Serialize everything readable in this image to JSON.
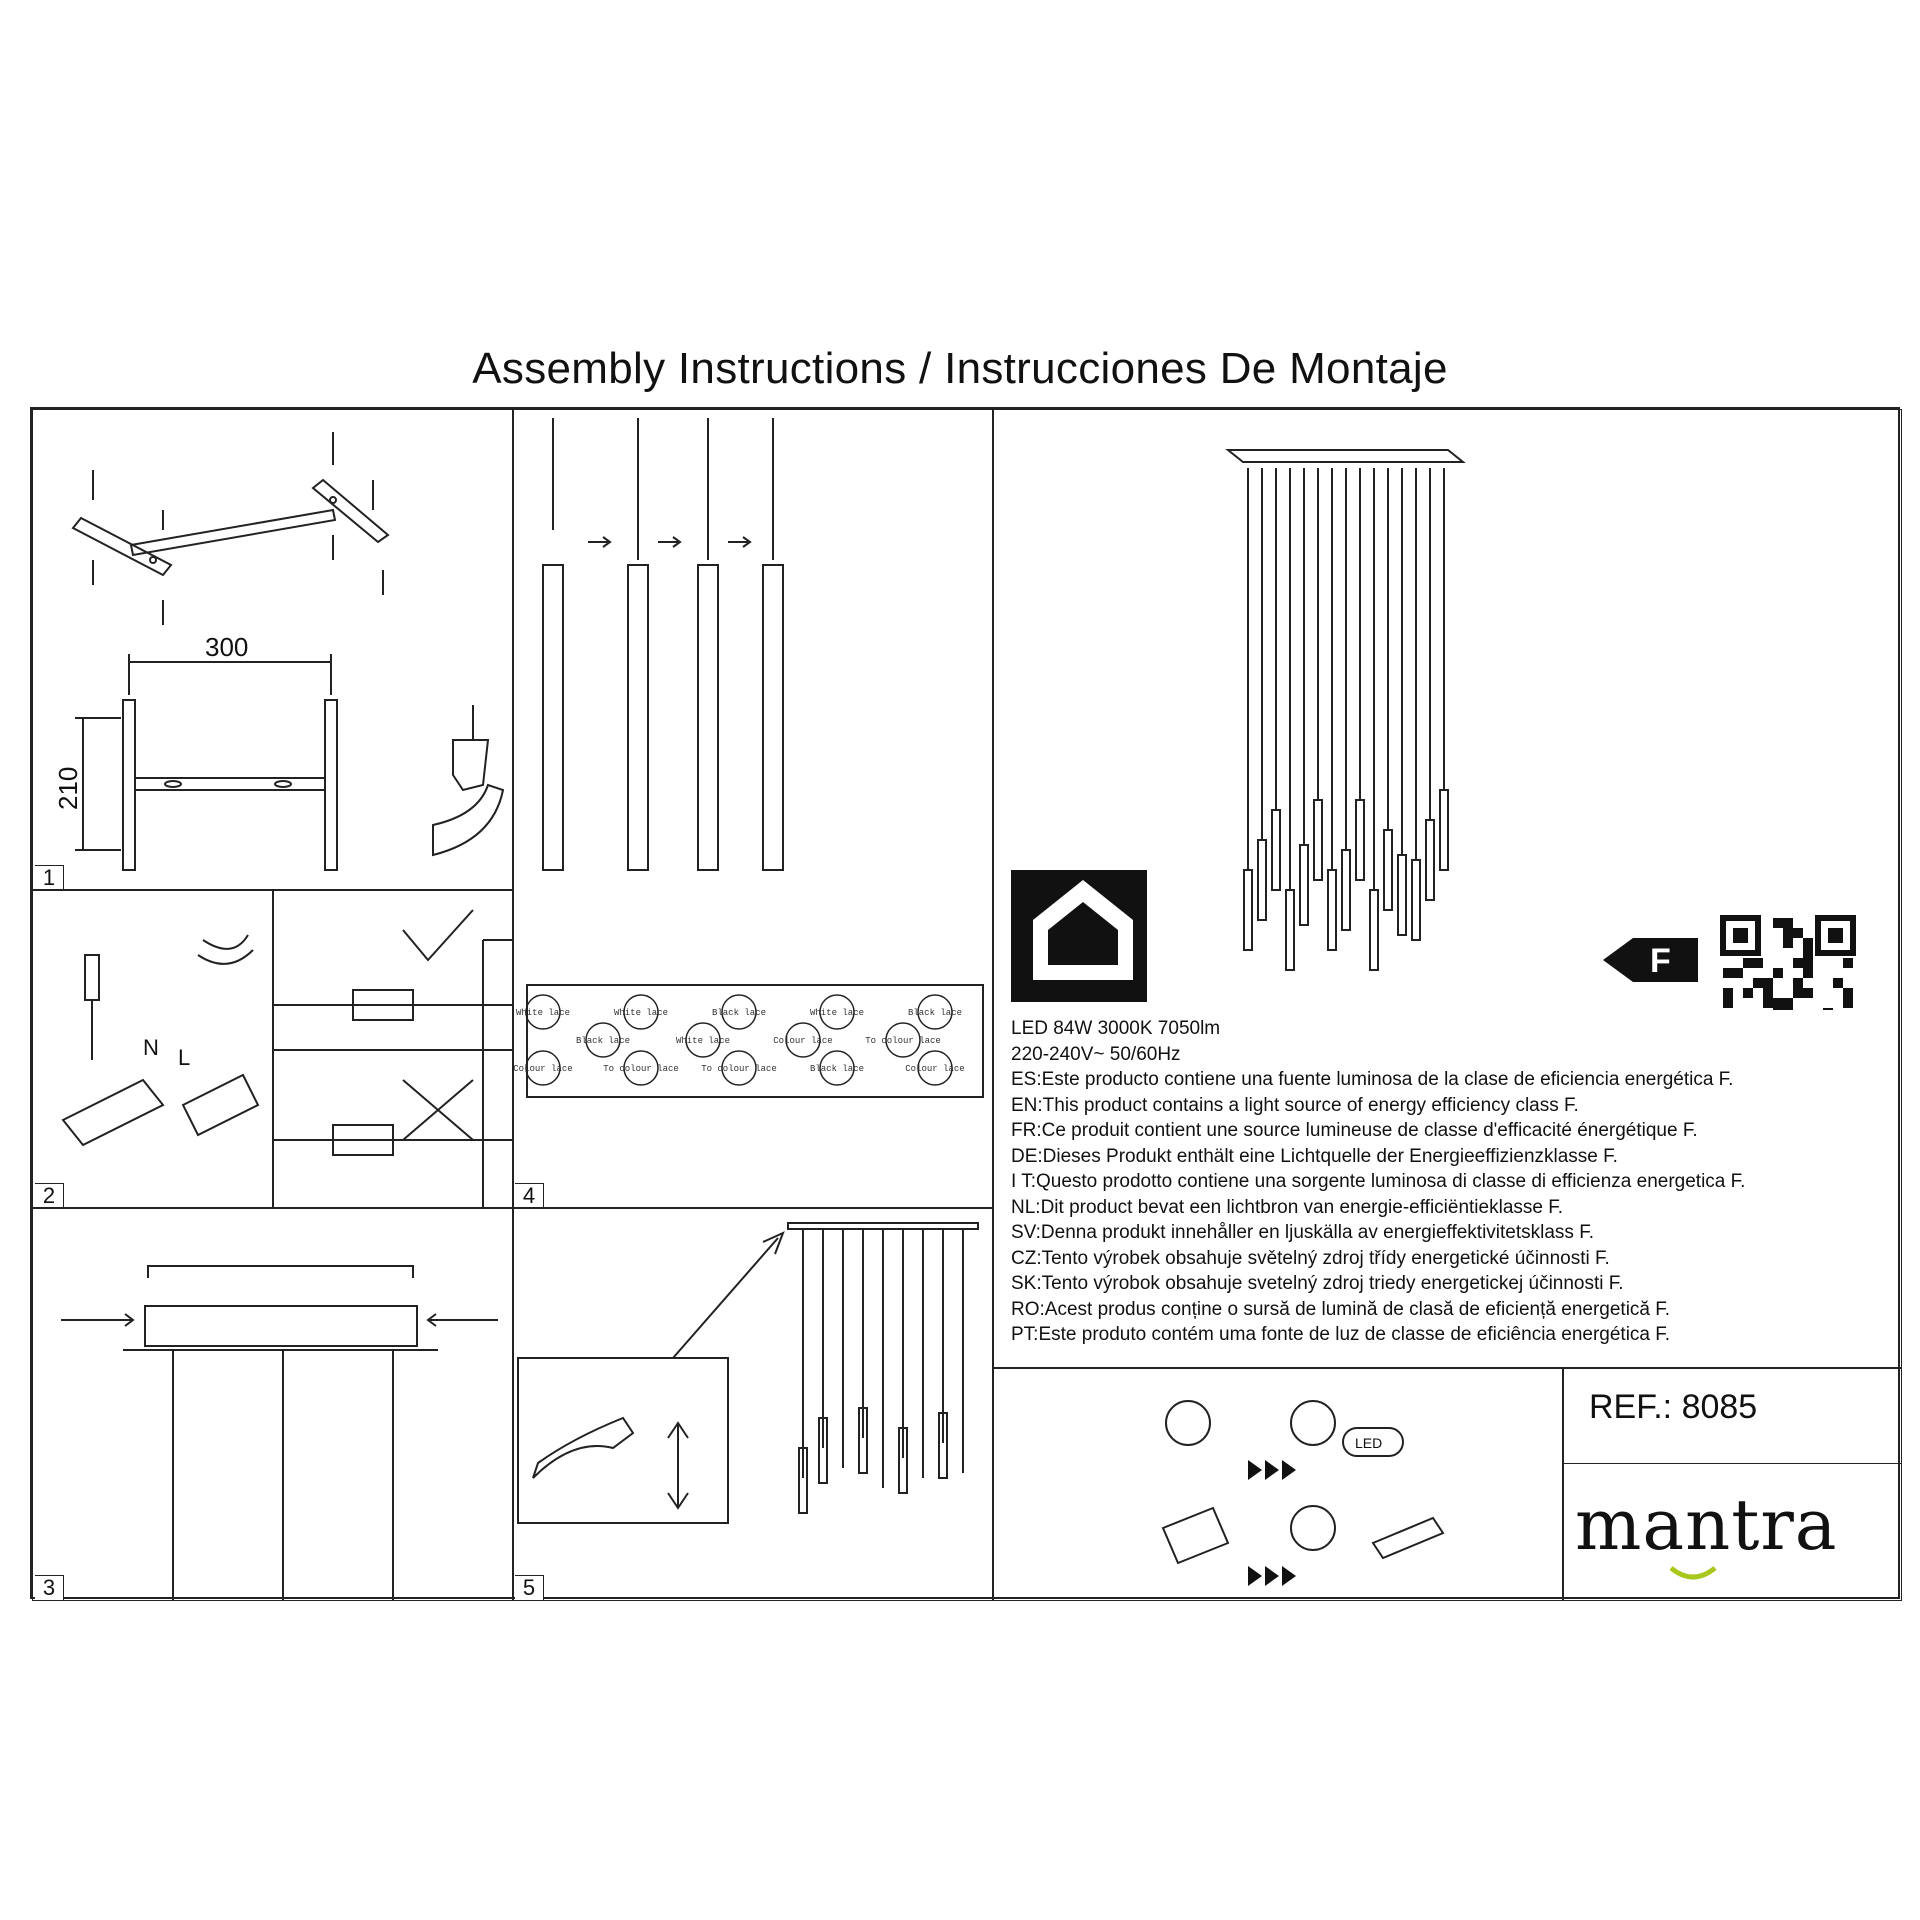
{
  "title": "Assembly Instructions / Instrucciones De Montaje",
  "panels": {
    "p1": {
      "number": "1",
      "dim_width": "300",
      "dim_height": "210"
    },
    "p2": {
      "number": "2",
      "wire_n": "N",
      "wire_l": "L"
    },
    "p3": {
      "number": "3"
    },
    "p4": {
      "number": "4",
      "color_grid": [
        [
          "White lace",
          "White lace",
          "Black lace",
          "White lace",
          "Black lace"
        ],
        [
          "Black lace",
          "White lace",
          "Colour lace",
          "To colour lace"
        ],
        [
          "Colour lace",
          "To colour lace",
          "To colour lace",
          "Black lace",
          "Colour lace"
        ]
      ]
    },
    "p5": {
      "number": "5"
    }
  },
  "specs": {
    "power_line": "LED 84W  3000K  7050lm",
    "voltage_line": "220-240V~  50/60Hz",
    "energy_statements": [
      "ES:Este producto contiene una fuente luminosa de la clase de eficiencia energética F.",
      "EN:This product contains a light source of energy efficiency class F.",
      "FR:Ce produit contient une source lumineuse de classe d'efficacité énergétique F.",
      "DE:Dieses Produkt enthält eine Lichtquelle der Energieeffizienzklasse F.",
      "I T:Questo prodotto contiene una sorgente luminosa di classe di efficienza energetica F.",
      "NL:Dit product bevat een lichtbron van energie-efficiëntieklasse F.",
      "SV:Denna produkt innehåller en ljuskälla av energieffektivitetsklass F.",
      "CZ:Tento výrobek obsahuje světelný zdroj třídy energetické účinnosti F.",
      "SK:Tento výrobok obsahuje svetelný zdroj triedy energetickej účinnosti F.",
      "RO:Acest produs conține o sursă de lumină de clasă de eficiență energetică F.",
      "PT:Este produto contém uma fonte de luz de classe de eficiência energética F."
    ],
    "energy_class": "F",
    "led_icon_text": "LED"
  },
  "reference": {
    "label": "REF.: 8085"
  },
  "brand": {
    "name": "mantra",
    "accent_color": "#a8c81e"
  }
}
